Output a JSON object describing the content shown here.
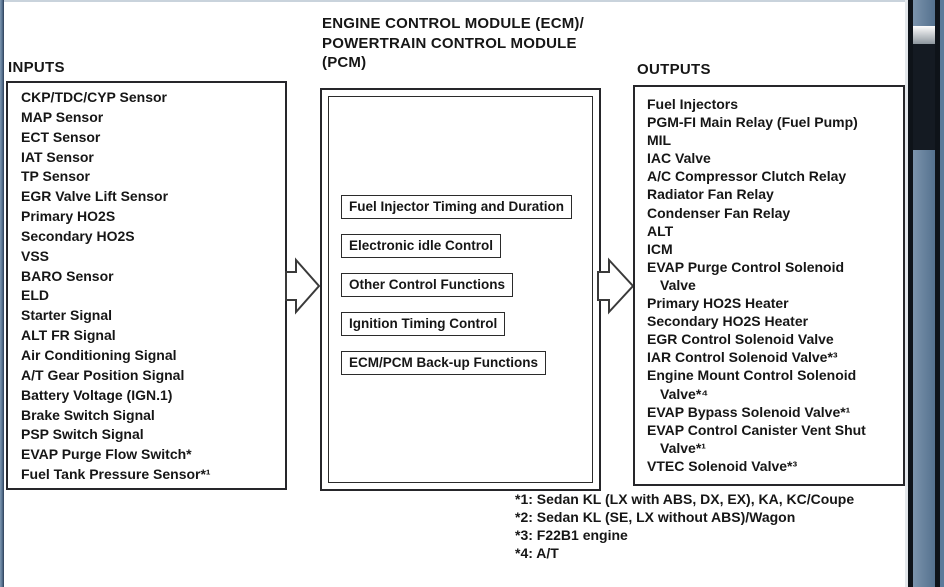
{
  "inputs": {
    "label": "INPUTS",
    "items": [
      "CKP/TDC/CYP Sensor",
      "MAP Sensor",
      "ECT Sensor",
      "IAT Sensor",
      "TP Sensor",
      "EGR Valve Lift Sensor",
      "Primary HO2S",
      "Secondary HO2S",
      "VSS",
      "BARO Sensor",
      "ELD",
      "Starter Signal",
      "ALT FR Signal",
      "Air Conditioning Signal",
      "A/T Gear Position Signal",
      "Battery Voltage (IGN.1)",
      "Brake Switch Signal",
      "PSP Switch Signal",
      "EVAP Purge Flow Switch*",
      "Fuel Tank Pressure Sensor*¹"
    ]
  },
  "module": {
    "title": "ENGINE CONTROL MODULE (ECM)/\nPOWERTRAIN CONTROL MODULE\n(PCM)",
    "functions": [
      "Fuel Injector Timing and Duration",
      "Electronic idle Control",
      "Other Control Functions",
      "Ignition Timing Control",
      "ECM/PCM Back-up Functions"
    ]
  },
  "outputs": {
    "label": "OUTPUTS",
    "items": [
      "Fuel Injectors",
      "PGM-FI Main Relay (Fuel Pump)",
      "MIL",
      "IAC Valve",
      "A/C Compressor Clutch Relay",
      "Radiator Fan Relay",
      "Condenser Fan Relay",
      "ALT",
      "ICM",
      "EVAP Purge Control Solenoid\nValve",
      "Primary HO2S Heater",
      "Secondary HO2S Heater",
      "EGR Control Solenoid Valve",
      "IAR Control Solenoid Valve*³",
      "Engine Mount Control Solenoid\nValve*⁴",
      "EVAP Bypass Solenoid Valve*¹",
      "EVAP Control Canister Vent Shut\nValve*¹",
      "VTEC Solenoid Valve*³"
    ]
  },
  "footnotes": [
    "*1: Sedan KL (LX with ABS, DX, EX), KA, KC/Coupe",
    "*2: Sedan KL (SE, LX without ABS)/Wagon",
    "*3: F22B1 engine",
    "*4: A/T"
  ],
  "colors": {
    "accent_blue": "#5b7a9a",
    "rail_dark": "#0e1319",
    "ink": "#161616"
  }
}
